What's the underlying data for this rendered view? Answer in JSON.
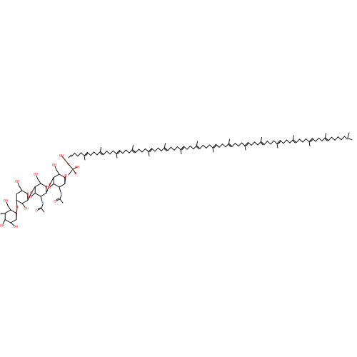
{
  "molecule": {
    "atoms": {
      "oxygen": {
        "symbol": "O",
        "color": "#ff0d0d"
      },
      "hydroxyl": {
        "symbol": "OH",
        "color": "#ff0d0d"
      },
      "hydrogen": {
        "symbol": "H",
        "color": "#ff0d0d"
      },
      "nitrogen": {
        "symbol": "N",
        "color": "#3050f8"
      },
      "phosphorus": {
        "symbol": "P",
        "color": "#ff8000"
      }
    },
    "bond_color": "#000000"
  }
}
